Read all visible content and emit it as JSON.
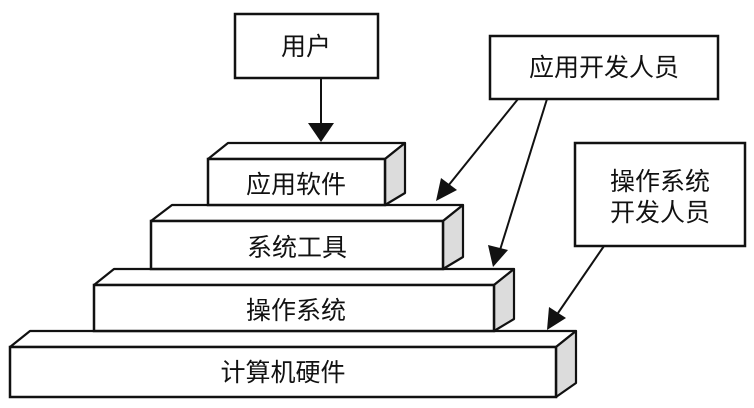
{
  "diagram": {
    "type": "layered-architecture",
    "layers": [
      {
        "id": "application-software",
        "label": "应用软件"
      },
      {
        "id": "system-tools",
        "label": "系统工具"
      },
      {
        "id": "operating-system",
        "label": "操作系统"
      },
      {
        "id": "computer-hardware",
        "label": "计算机硬件"
      }
    ],
    "actors": [
      {
        "id": "user",
        "label": "用户",
        "points_to": [
          "application-software"
        ]
      },
      {
        "id": "app-developer",
        "label": "应用开发人员",
        "points_to": [
          "system-tools",
          "operating-system"
        ]
      },
      {
        "id": "os-developer",
        "label_lines": [
          "操作系统",
          "开发人员"
        ],
        "points_to": [
          "computer-hardware"
        ]
      }
    ],
    "colors": {
      "stroke": "#111111",
      "block_side": "#dcdcdc",
      "background": "#ffffff"
    }
  }
}
